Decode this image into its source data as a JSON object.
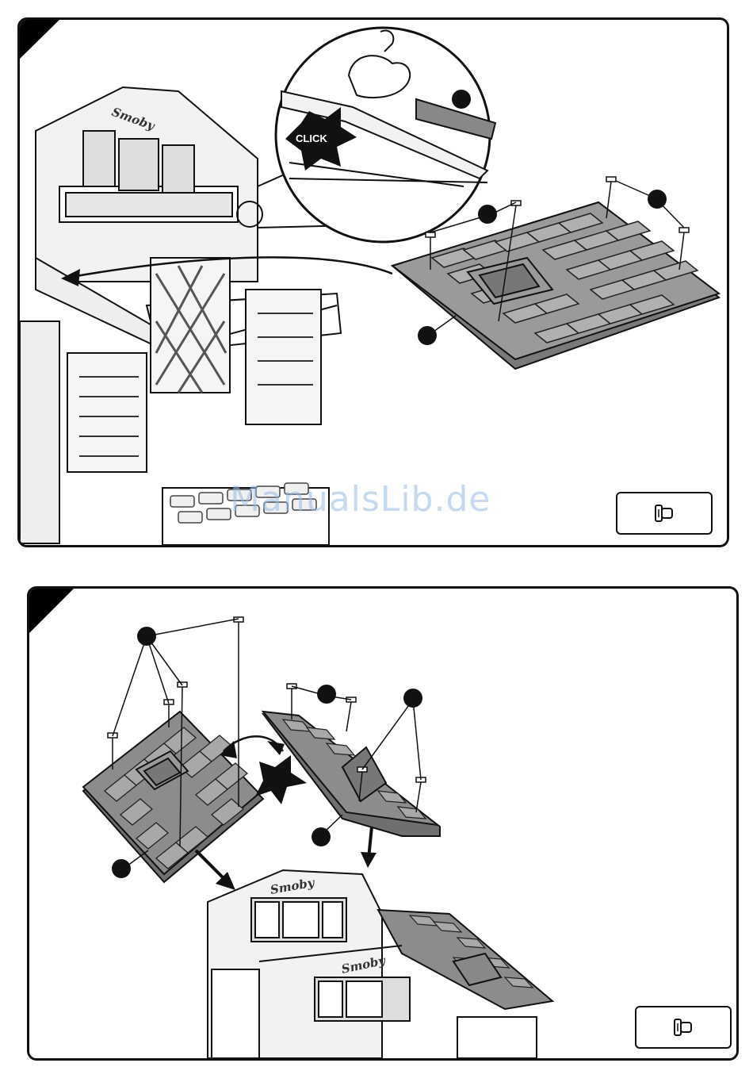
{
  "callouts": {
    "click_text": "CLICK"
  },
  "brand": {
    "logo_text": "Smoby",
    "logo_text_mirrored": "Smoby"
  },
  "watermark": {
    "text": "ManualsLib.de"
  },
  "icons": {
    "fastener": "push-rivet-icon",
    "strength": "flexed-arm-icon",
    "swap": "star-burst-icon"
  },
  "colors": {
    "outline": "#111111",
    "roof_fill": "#8c8c8c",
    "tile_fill": "#9a9a9a",
    "watermark": "#96b9e6"
  }
}
